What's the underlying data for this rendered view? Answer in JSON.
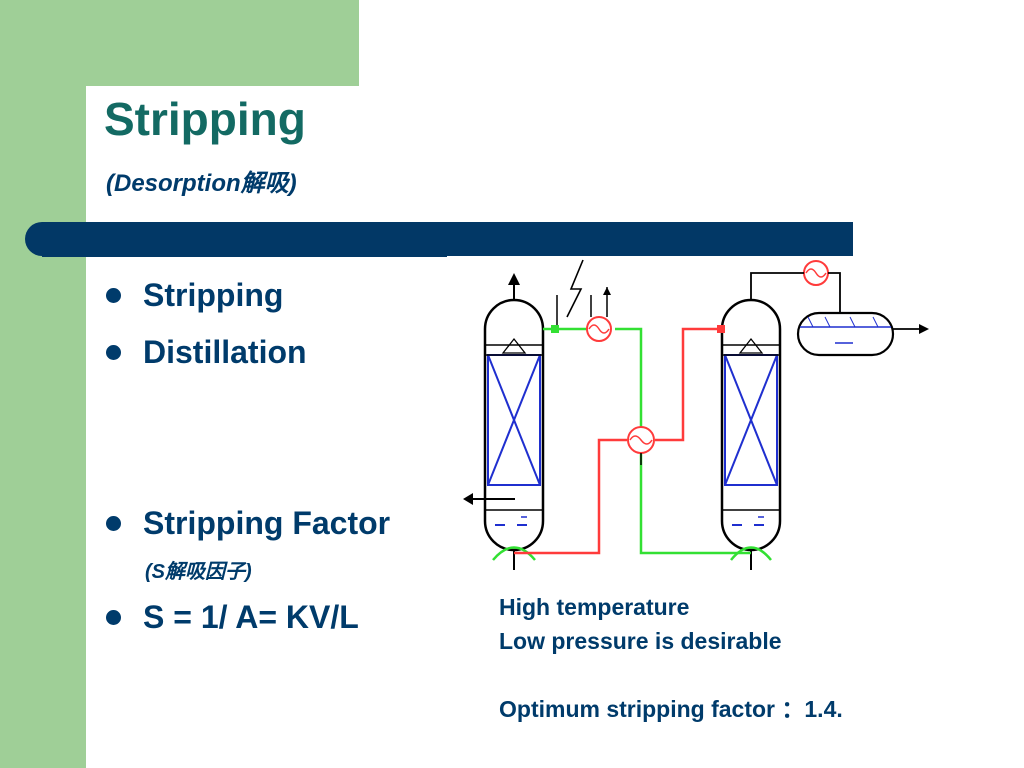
{
  "slide": {
    "title": "Stripping",
    "subtitle": "(Desorption解吸)",
    "bullets": [
      {
        "text": "Stripping"
      },
      {
        "text": "Distillation"
      },
      {
        "text": "Stripping Factor",
        "sub": "(S解吸因子)"
      },
      {
        "text": "S = 1/ A= KV/L"
      }
    ],
    "notes": {
      "line1": "High temperature",
      "line2": "Low pressure is desirable",
      "line3": "Optimum stripping factor ：1.4."
    }
  },
  "colors": {
    "green_panel": "#9fcf97",
    "navy": "#023866",
    "title_teal": "#136a63",
    "hot_stream": "#ff3b3b",
    "cool_stream": "#33e033",
    "packing": "#2a3bd6"
  },
  "icons": [
    "heat-exchanger-icon",
    "lightning-bolt-icon",
    "arrow-icon"
  ]
}
